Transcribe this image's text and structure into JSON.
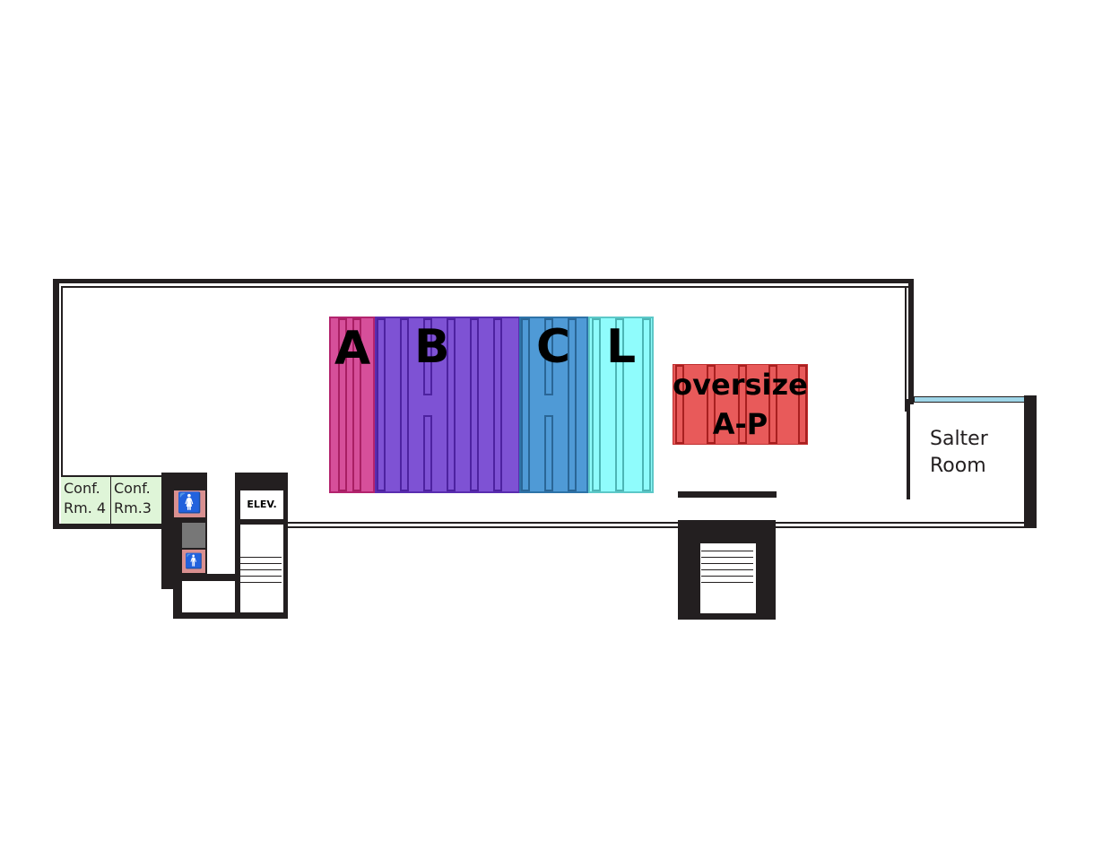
{
  "map": {
    "type": "library floor plan",
    "colors": {
      "wall": "#231f20",
      "section_A": "#d64f9a",
      "section_B": "#7e52d4",
      "section_C": "#4f9ad6",
      "section_L": "#8ffcfc",
      "oversize": "#e85a5a",
      "conference_room": "#dff5d8",
      "restroom": "#d99090",
      "window": "#9fd6e8"
    },
    "stack_sections": [
      {
        "label": "A",
        "color": "#d64f9a"
      },
      {
        "label": "B",
        "color": "#7e52d4"
      },
      {
        "label": "C",
        "color": "#4f9ad6"
      },
      {
        "label": "L",
        "color": "#8ffcfc"
      }
    ],
    "oversize": {
      "line1": "oversize",
      "line2": "A-P"
    },
    "rooms": {
      "conf4": {
        "line1": "Conf.",
        "line2": "Rm. 4"
      },
      "conf3": {
        "line1": "Conf.",
        "line2": "Rm.3"
      },
      "salter": {
        "line1": "Salter",
        "line2": "Room"
      },
      "elevator": "ELEV."
    },
    "icons": [
      "restroom-women-icon",
      "restroom-men-icon",
      "stairs-icon"
    ]
  }
}
